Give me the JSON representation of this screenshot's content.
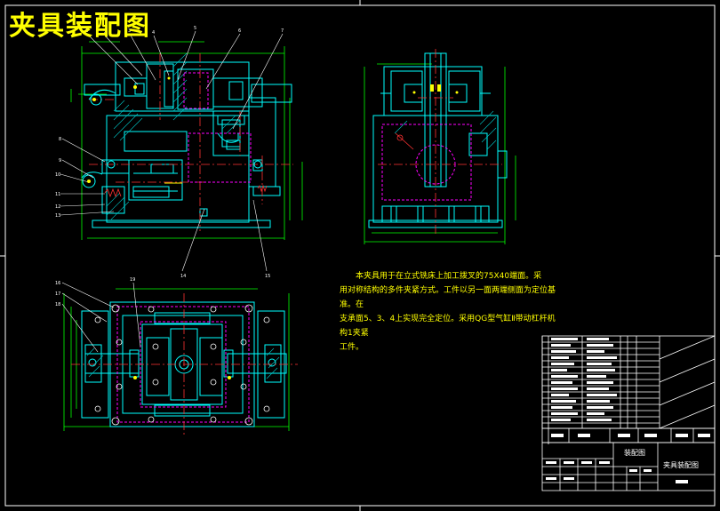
{
  "drawing": {
    "title": "夹具装配图",
    "note_lines": [
      "本夹具用于在立式铣床上加工拨叉的75X40端面。采",
      "用对称结构的多件夹紧方式。工件以另一面两端侧面为定位基准。在",
      "支承面5、3、4上实现完全定位。采用QG型气缸Ⅱ带动杠杆机构1夹紧",
      "工件。"
    ],
    "title_block": {
      "drawing_name": "夹具装配图",
      "school_label": "装配图"
    }
  },
  "colors": {
    "background": "#000000",
    "frame": "#ffffff",
    "outline": "#00ff00",
    "parts": "#00ffff",
    "hatch": "#00c8c8",
    "centerline": "#ff3333",
    "workpiece": "#ff00ff",
    "highlight": "#ffff00",
    "dimension": "#00ff00"
  }
}
